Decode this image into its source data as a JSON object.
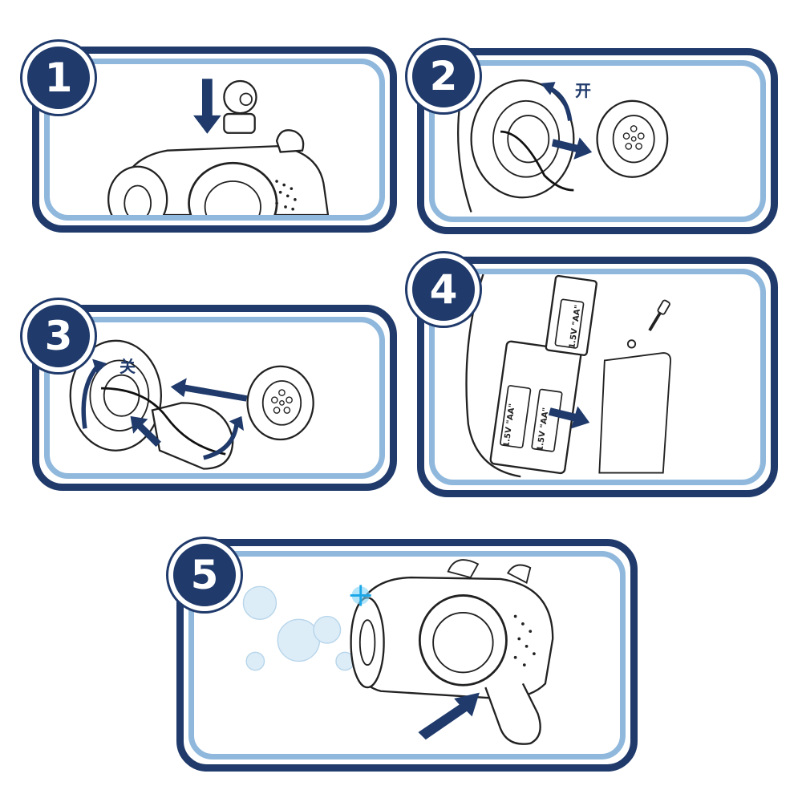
{
  "steps": [
    {
      "number": "1"
    },
    {
      "number": "2",
      "label": "开"
    },
    {
      "number": "3",
      "label": "关"
    },
    {
      "number": "4",
      "battery_label": "1.5V \"AA\""
    },
    {
      "number": "5"
    }
  ],
  "colors": {
    "navy": "#1f3a6b",
    "light_blue": "#8fb8dc",
    "arrow": "#1f3a6b",
    "bubble": "#cfe6f5",
    "glow": "#1aa7e8"
  },
  "icons": [
    "down-arrow-icon",
    "right-arrow-icon",
    "curved-arrow-icon",
    "screwdriver-icon",
    "bubble-icon",
    "light-glow-icon"
  ]
}
